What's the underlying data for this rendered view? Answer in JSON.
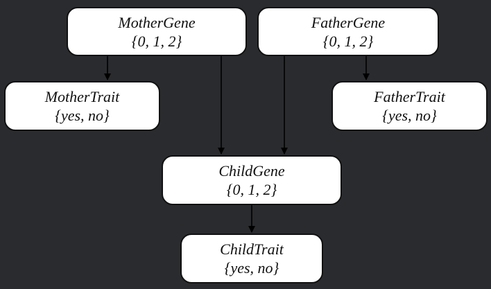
{
  "colors": {
    "background": "#2a2b2e",
    "node_fill": "#ffffff",
    "node_border": "#111111",
    "edge": "#000000",
    "text": "#111111"
  },
  "nodes": {
    "mother_gene": {
      "name": "MotherGene",
      "values": "{0, 1, 2}"
    },
    "father_gene": {
      "name": "FatherGene",
      "values": "{0, 1, 2}"
    },
    "mother_trait": {
      "name": "MotherTrait",
      "values": "{yes, no}"
    },
    "father_trait": {
      "name": "FatherTrait",
      "values": "{yes, no}"
    },
    "child_gene": {
      "name": "ChildGene",
      "values": "{0, 1, 2}"
    },
    "child_trait": {
      "name": "ChildTrait",
      "values": "{yes, no}"
    }
  },
  "edges": [
    {
      "from": "MotherGene",
      "to": "MotherTrait"
    },
    {
      "from": "MotherGene",
      "to": "ChildGene"
    },
    {
      "from": "FatherGene",
      "to": "ChildGene"
    },
    {
      "from": "FatherGene",
      "to": "FatherTrait"
    },
    {
      "from": "ChildGene",
      "to": "ChildTrait"
    }
  ]
}
